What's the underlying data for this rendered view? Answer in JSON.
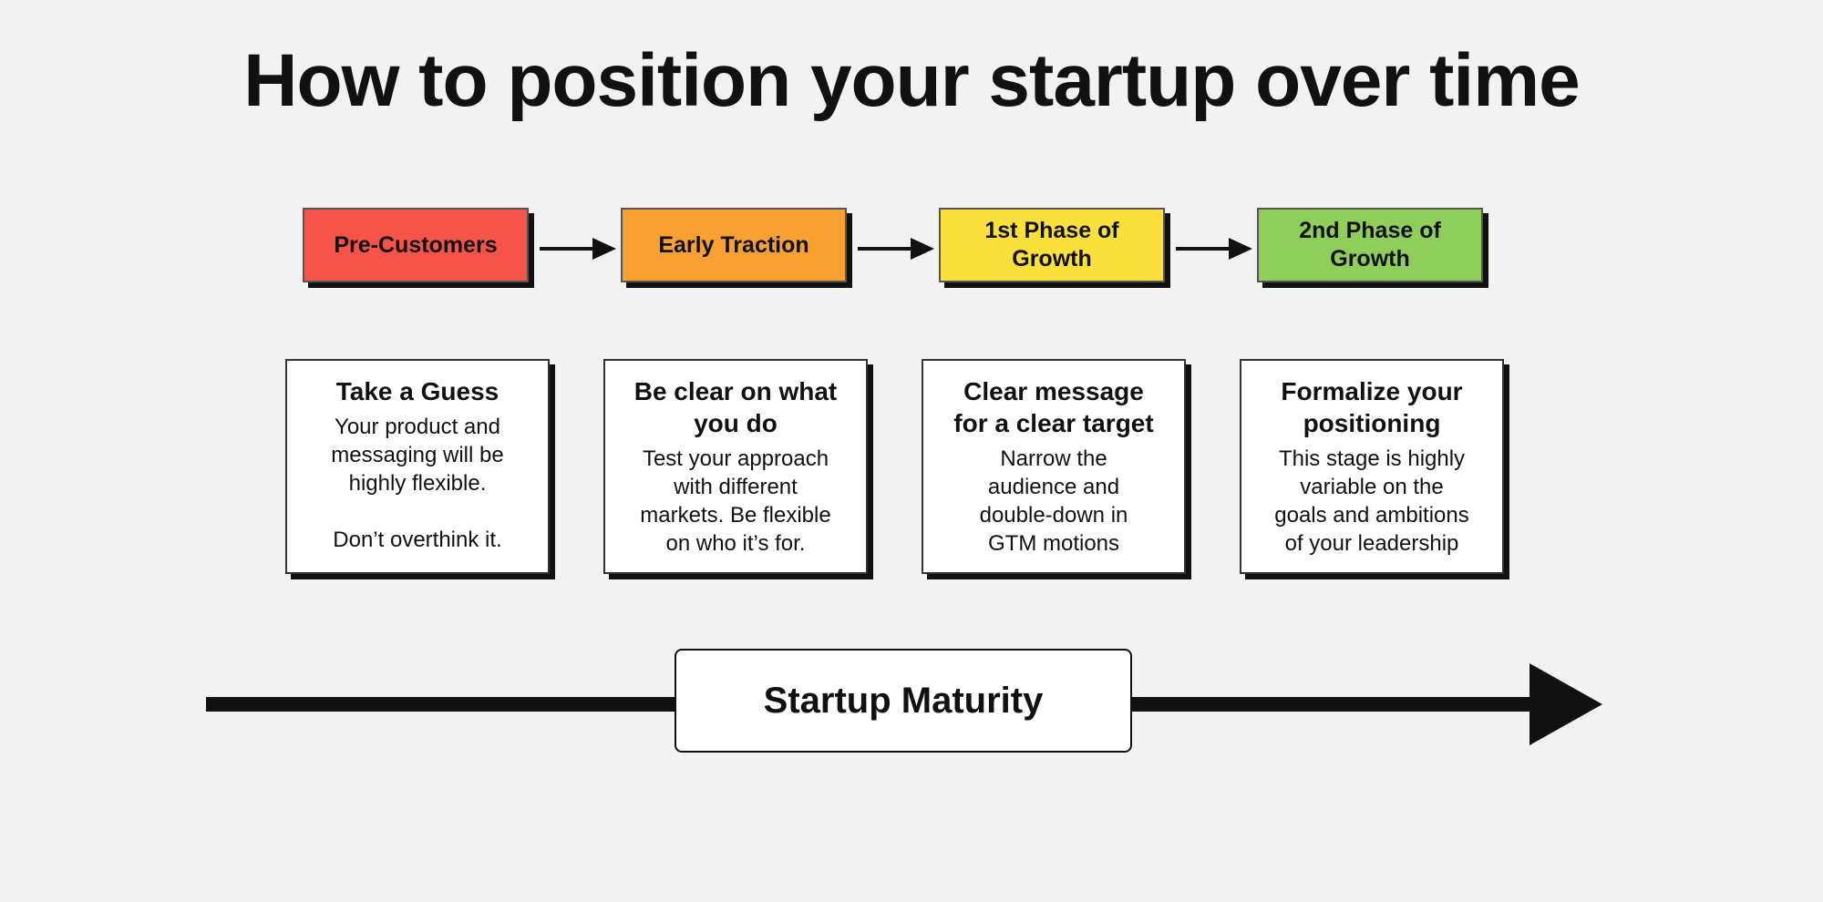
{
  "title": "How to position your startup over time",
  "stages": [
    {
      "label": "Pre-Customers",
      "color": "#f65449"
    },
    {
      "label": "Early Traction",
      "color": "#f9a033"
    },
    {
      "label": "1st Phase of\nGrowth",
      "color": "#fbe03c"
    },
    {
      "label": "2nd Phase of\nGrowth",
      "color": "#8fce5a"
    }
  ],
  "cards": [
    {
      "heading": "Take a Guess",
      "body": "Your product and\nmessaging will be\nhighly flexible.\n\nDon’t overthink it."
    },
    {
      "heading": "Be clear on what\nyou do",
      "body": "Test your approach\nwith different\nmarkets.  Be flexible\non who it’s for."
    },
    {
      "heading": "Clear message\nfor a clear target",
      "body": "Narrow the\naudience and\ndouble-down in\nGTM motions"
    },
    {
      "heading": "Formalize your\npositioning",
      "body": "This stage is highly\nvariable on the\ngoals and ambitions\nof your leadership"
    }
  ],
  "timeline": {
    "label": "Startup Maturity"
  },
  "colors": {
    "background": "#f2f2f2",
    "ink": "#111111",
    "card": "#ffffff"
  }
}
